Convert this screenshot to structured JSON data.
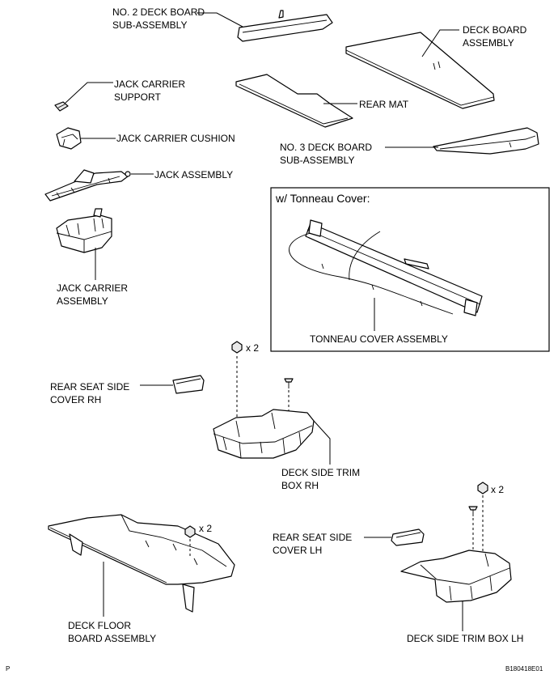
{
  "labels": {
    "no2_deck_board": [
      "NO. 2 DECK BOARD",
      "SUB-ASSEMBLY"
    ],
    "deck_board": [
      "DECK BOARD",
      "ASSEMBLY"
    ],
    "jack_carrier_support": [
      "JACK CARRIER",
      "SUPPORT"
    ],
    "rear_mat": "REAR MAT",
    "jack_carrier_cushion": "JACK CARRIER CUSHION",
    "no3_deck_board": [
      "NO. 3 DECK BOARD",
      "SUB-ASSEMBLY"
    ],
    "jack_assembly": "JACK ASSEMBLY",
    "tonneau_variant": "w/ Tonneau Cover:",
    "jack_carrier_assembly": [
      "JACK CARRIER",
      "ASSEMBLY"
    ],
    "tonneau_cover_assembly": "TONNEAU COVER ASSEMBLY",
    "rear_seat_side_cover_rh": [
      "REAR SEAT SIDE",
      "COVER RH"
    ],
    "deck_side_trim_box_rh": [
      "DECK SIDE TRIM",
      "BOX RH"
    ],
    "rear_seat_side_cover_lh": [
      "REAR SEAT SIDE",
      "COVER LH"
    ],
    "deck_floor_board_assembly": [
      "DECK FLOOR",
      "BOARD ASSEMBLY"
    ],
    "deck_side_trim_box_lh": "DECK SIDE TRIM BOX LH"
  },
  "quantities": {
    "clip_rh": "x 2",
    "clip_lh": "x 2",
    "clip_floor": "x 2"
  },
  "footer": {
    "corner_mark": "P",
    "figure_code": "B180418E01"
  }
}
